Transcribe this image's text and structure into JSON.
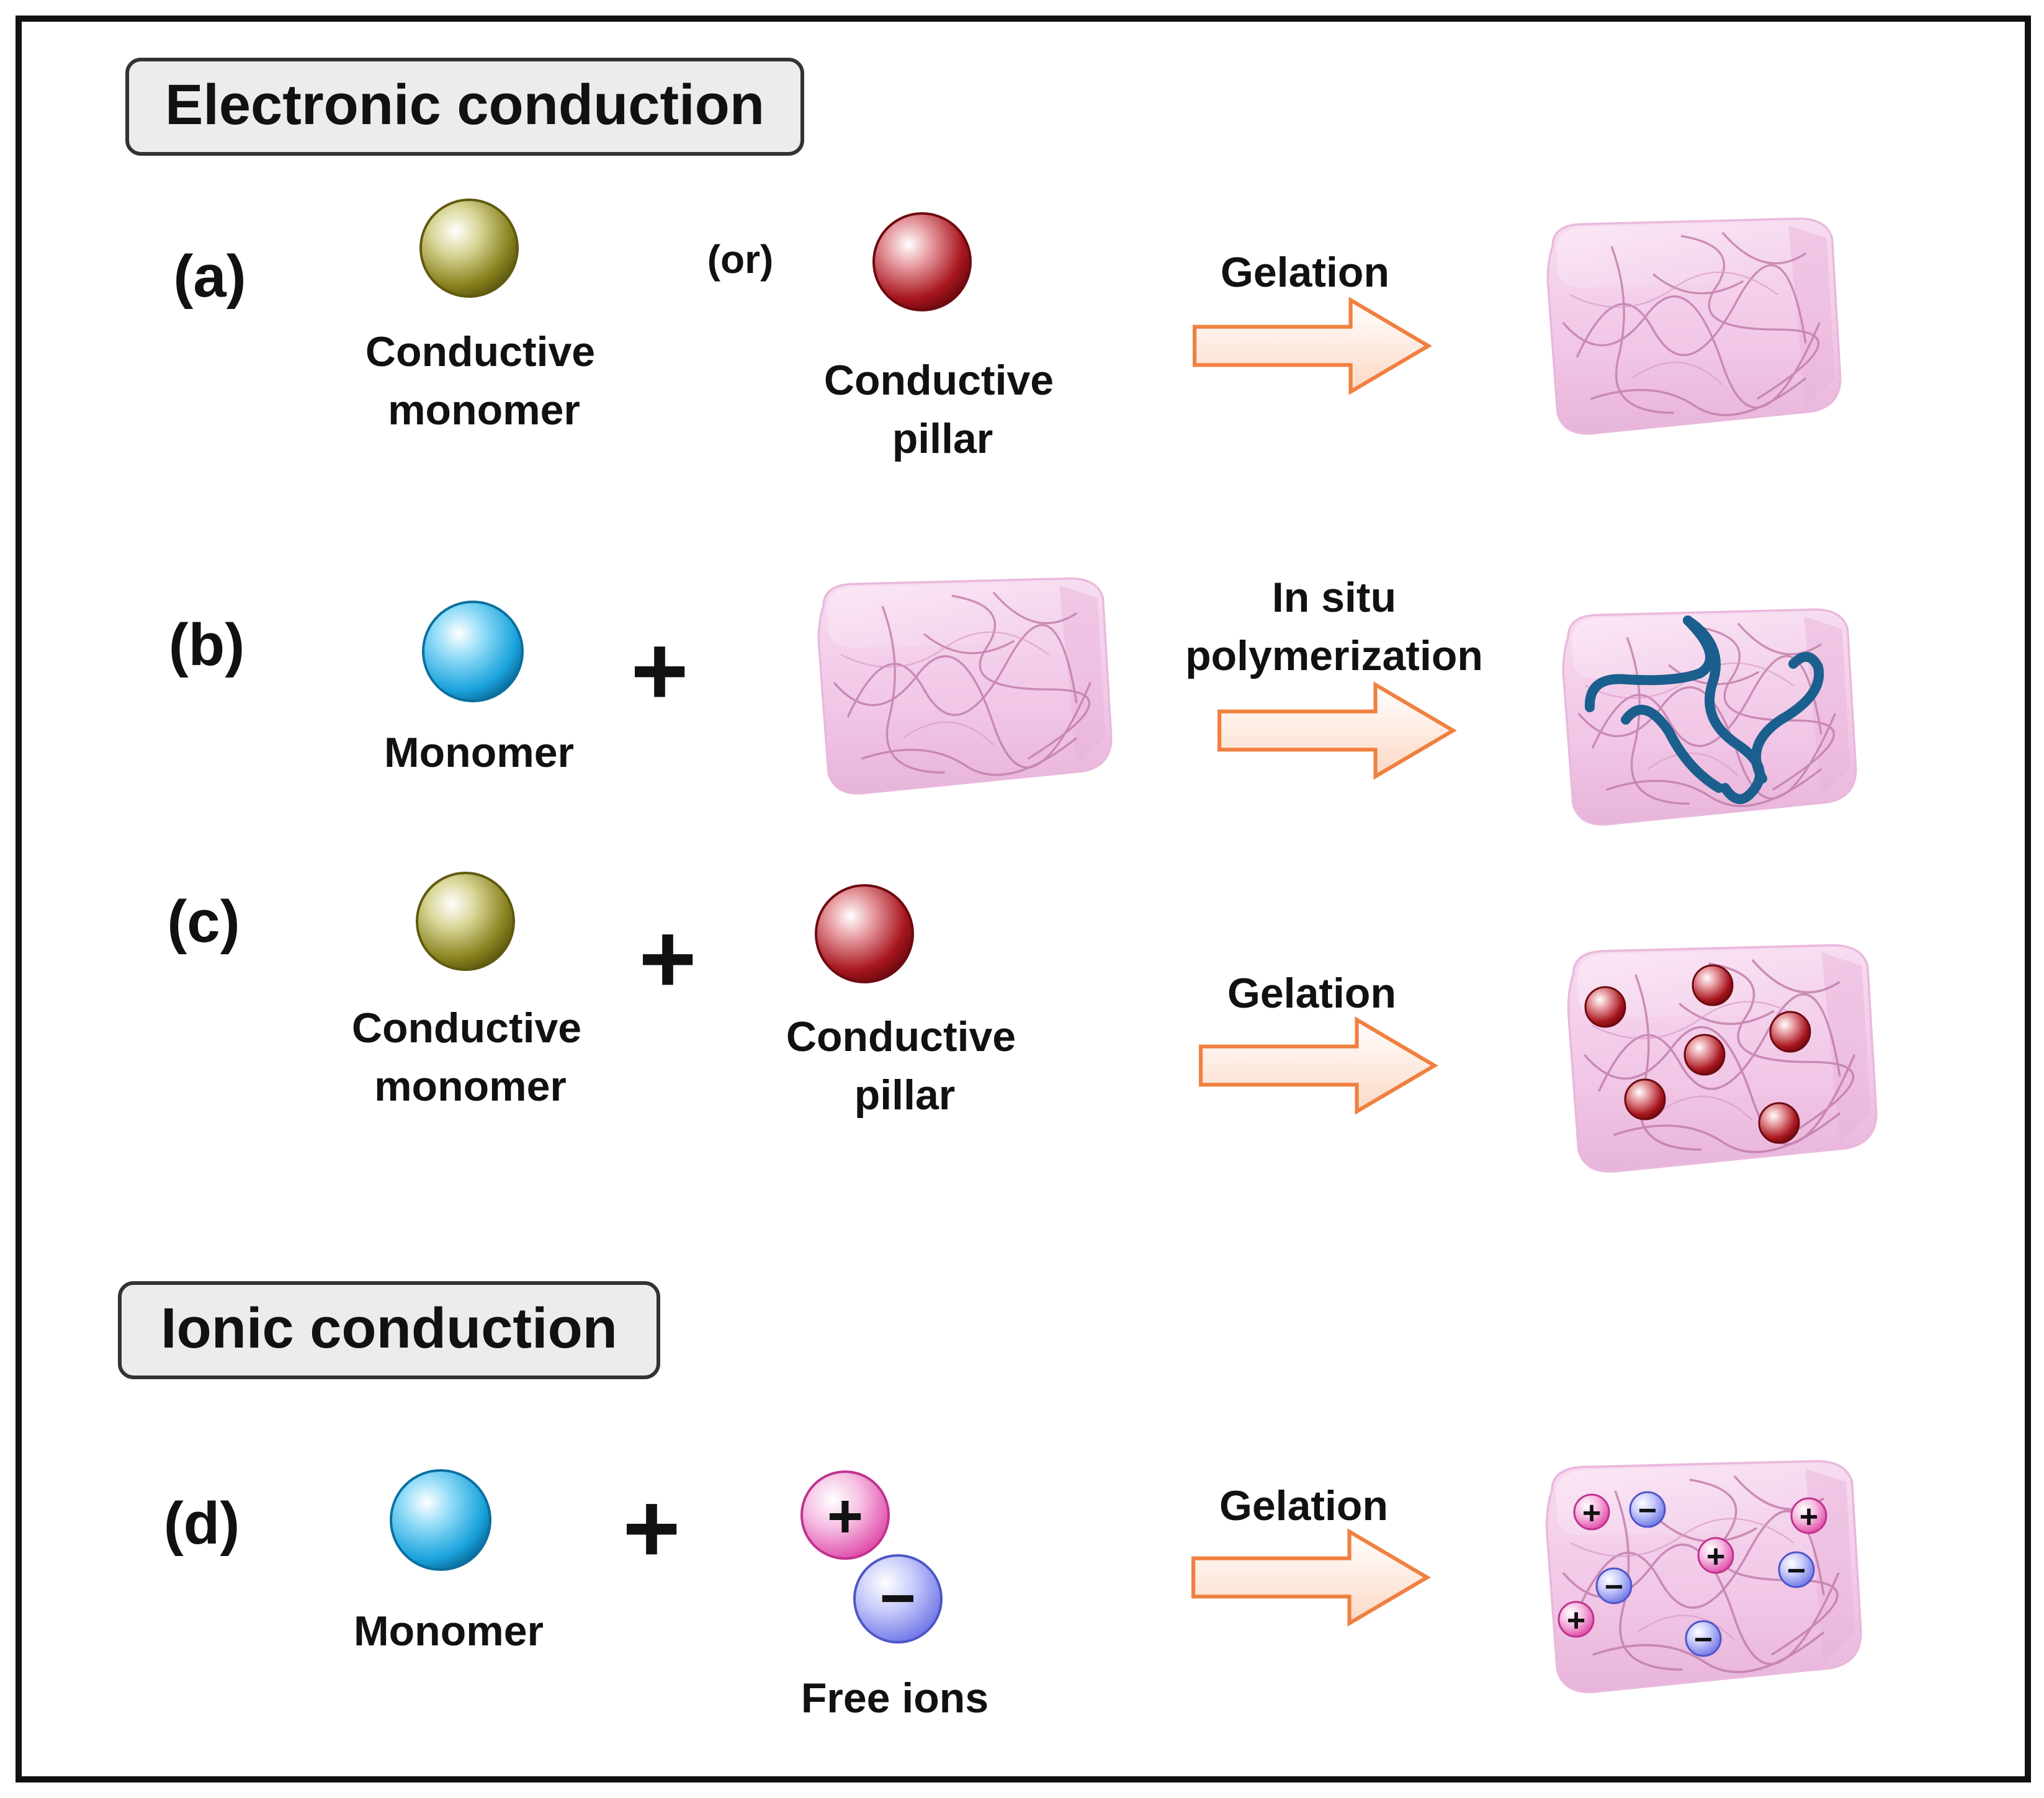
{
  "sections": {
    "electronic": "Electronic conduction",
    "ionic": "Ionic conduction"
  },
  "panel_a": {
    "tag": "(a)",
    "item1": [
      "Conductive",
      "monomer"
    ],
    "or_text": "(or)",
    "item2": [
      "Conductive",
      "pillar"
    ],
    "arrow_label": "Gelation"
  },
  "panel_b": {
    "tag": "(b)",
    "item1": "Monomer",
    "plus": "+",
    "arrow_label": [
      "In situ",
      "polymerization"
    ]
  },
  "panel_c": {
    "tag": "(c)",
    "item1": [
      "Conductive",
      "monomer"
    ],
    "plus": "+",
    "item2": [
      "Conductive",
      "pillar"
    ],
    "arrow_label": "Gelation"
  },
  "panel_d": {
    "tag": "(d)",
    "item1": "Monomer",
    "plus": "+",
    "item2": "Free ions",
    "arrow_label": "Gelation",
    "cation_sign": "+",
    "anion_sign": "−"
  },
  "colors": {
    "olive_sphere": "#8a8420",
    "red_sphere": "#a8161e",
    "blue_sphere": "#1aa3dc",
    "pink_ion": "#e04aa8",
    "violet_ion": "#7a80e8",
    "gel_pink": "#f2c8e8",
    "arrow_stroke": "#f08040",
    "polymer_chain": "#1a5f8e"
  },
  "icons": {
    "arrow": "right-block-arrow-icon",
    "gel": "hydrogel-block-icon"
  }
}
